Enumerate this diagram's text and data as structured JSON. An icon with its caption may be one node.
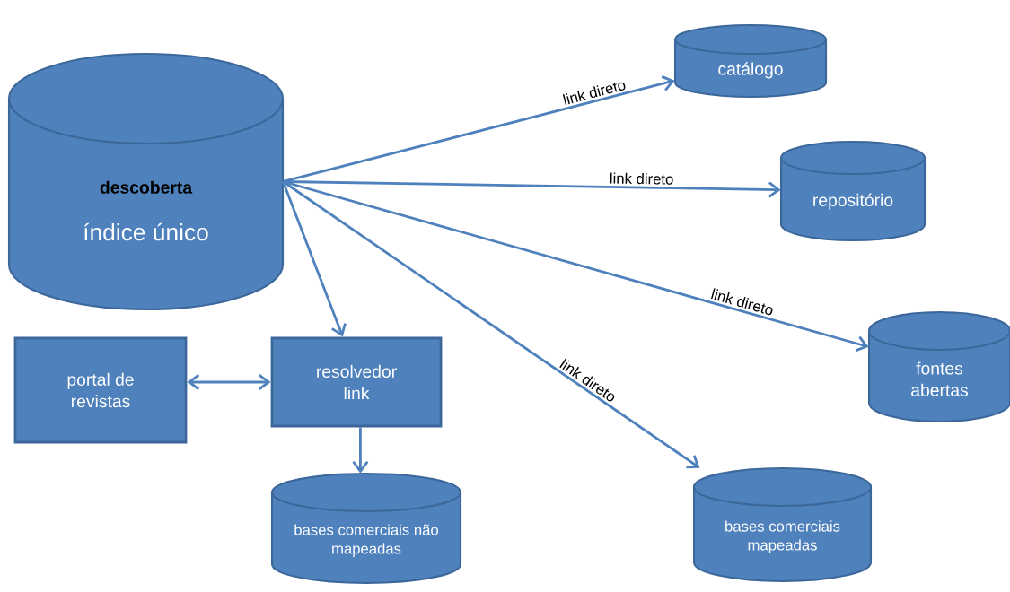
{
  "diagram": {
    "nodes": [
      {
        "text": [
          "descoberta",
          "índice único"
        ]
      },
      {
        "text": [
          "catálogo"
        ]
      },
      {
        "text": [
          "repositório"
        ]
      },
      {
        "text": [
          "fontes abertas"
        ]
      },
      {
        "text": [
          "bases comerciais mapeadas"
        ]
      },
      {
        "text": [
          "portal de revistas"
        ]
      },
      {
        "text": [
          "resolvedor link"
        ]
      },
      {
        "text": [
          "bases comerciais não mapeadas"
        ]
      }
    ],
    "edges": [
      {
        "from": 0,
        "to": 1,
        "arrow": "to",
        "label": "link direto"
      },
      {
        "from": 0,
        "to": 2,
        "arrow": "to",
        "label": "link direto"
      },
      {
        "from": 0,
        "to": 3,
        "arrow": "to",
        "label": "link direto"
      },
      {
        "from": 0,
        "to": 4,
        "arrow": "to",
        "label": "link direto"
      },
      {
        "from": 0,
        "to": 6,
        "arrow": "to"
      },
      {
        "from": 5,
        "to": 6,
        "arrow": "both"
      },
      {
        "from": 6,
        "to": 7,
        "arrow": "to"
      }
    ]
  }
}
